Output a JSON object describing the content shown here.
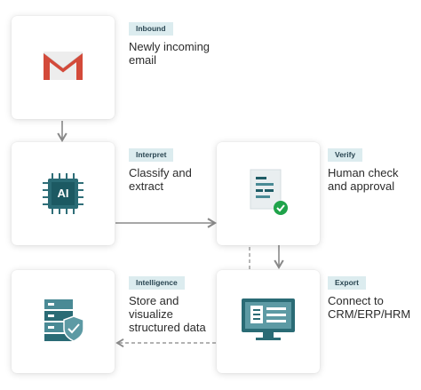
{
  "steps": [
    {
      "tag": "Inbound",
      "description": "Newly incoming\nemail",
      "icon": "gmail-icon"
    },
    {
      "tag": "Interpret",
      "description": "Classify and\nextract",
      "icon": "ai-chip-icon"
    },
    {
      "tag": "Verify",
      "description": "Human check\nand approval",
      "icon": "document-check-icon"
    },
    {
      "tag": "Intelligence",
      "description": "Store and\nvisualize\nstructured data",
      "icon": "database-shield-icon"
    },
    {
      "tag": "Export",
      "description": "Connect to\nCRM/ERP/HRM",
      "icon": "monitor-document-icon"
    }
  ],
  "ai_chip_label": "AI",
  "colors": {
    "tag_bg": "#dcecef",
    "tag_text": "#2a4652",
    "accent_teal": "#3d7a86",
    "dark_teal": "#1f5c66",
    "gmail_red": "#d34a3a",
    "check_green": "#1fa34a",
    "arrow": "#8a8a8a"
  }
}
